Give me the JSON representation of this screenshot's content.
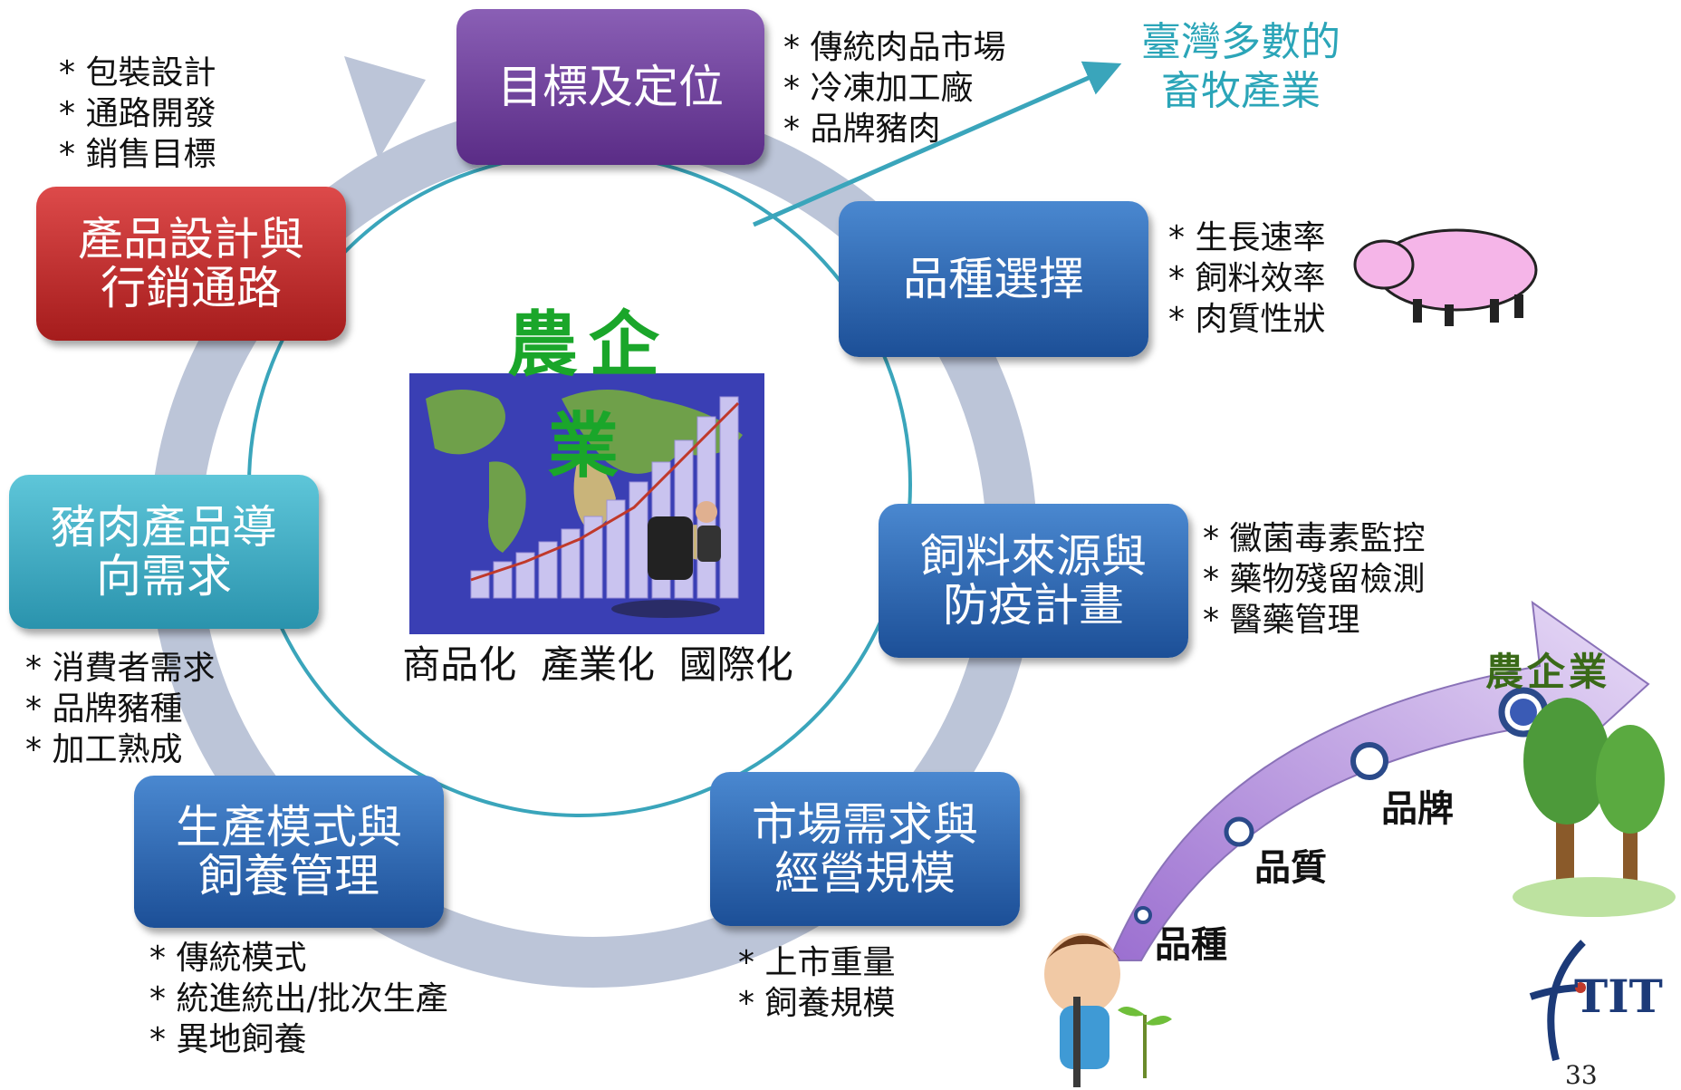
{
  "boxes": {
    "target": "目標及定位",
    "breed": "品種選擇",
    "feed": "飼料來源與\n防疫計畫",
    "market": "市場需求與\n經營規模",
    "production": "生產模式與\n飼養管理",
    "pork": "豬肉產品導\n向需求",
    "product_design": "產品設計與\n行銷通路"
  },
  "notes": {
    "target": [
      "* 傳統肉品市場",
      "* 冷凍加工廠",
      "* 品牌豬肉"
    ],
    "breed": [
      "* 生長速率",
      "* 飼料效率",
      "* 肉質性狀"
    ],
    "feed": [
      "* 黴菌毒素監控",
      "* 藥物殘留檢測",
      "* 醫藥管理"
    ],
    "market": [
      "* 上市重量",
      "* 飼養規模"
    ],
    "production": [
      "* 傳統模式",
      "* 統進統出/批次生產",
      "* 異地飼養"
    ],
    "pork": [
      "* 消費者需求",
      "* 品牌豬種",
      "* 加工熟成"
    ],
    "product_design": [
      "* 包裝設計",
      "* 通路開發",
      "* 銷售目標"
    ]
  },
  "center": {
    "title": "農企業",
    "subtitle": "商品化  產業化  國際化"
  },
  "teal_note": "臺灣多數的\n畜牧產業",
  "growth": {
    "steps": [
      "品種",
      "品質",
      "品牌"
    ],
    "goal": "農企業"
  },
  "logo": "TIT",
  "page_number": "33",
  "colors": {
    "ring": "#b9c2d6",
    "inner_circle": "#3aa5bb",
    "center_title": "#1aa62a",
    "teal_note": "#2ba5b8"
  }
}
